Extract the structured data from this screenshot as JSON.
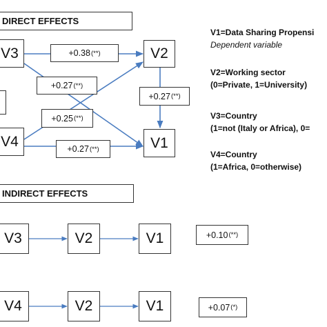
{
  "direct": {
    "header": "DIRECT EFFECTS",
    "nodes": {
      "v3": "V3",
      "v4": "V4",
      "v2": "V2",
      "v1": "V1"
    },
    "coefs": {
      "v3_v2": {
        "value": "+0.38",
        "sig": "(**)"
      },
      "v3_v1": {
        "value": "+0.27",
        "sig": "(**)"
      },
      "v2_v1": {
        "value": "+0.27",
        "sig": "(**)"
      },
      "v4_v2": {
        "value": "+0.25",
        "sig": "(**)"
      },
      "v4_v1": {
        "value": "+0.27",
        "sig": "(**)"
      }
    }
  },
  "legend": {
    "v1": {
      "title": "V1=Data Sharing Propensi",
      "note": "Dependent variable"
    },
    "v2": {
      "title": "V2=Working sector",
      "detail": "(0=Private, 1=University)"
    },
    "v3": {
      "title": "V3=Country",
      "detail": "(1=not (Italy or Africa), 0="
    },
    "v4": {
      "title": "V4=Country",
      "detail": "(1=Africa, 0=otherwise)"
    }
  },
  "indirect": {
    "header": "INDIRECT EFFECTS",
    "path1": {
      "a": "V3",
      "b": "V2",
      "c": "V1",
      "value": "+0.10",
      "sig": "(**)"
    },
    "path2": {
      "a": "V4",
      "b": "V2",
      "c": "V1",
      "value": "+0.07",
      "sig": "(*)"
    }
  },
  "colors": {
    "arrow": "#4a7cc0",
    "border": "#333333"
  }
}
